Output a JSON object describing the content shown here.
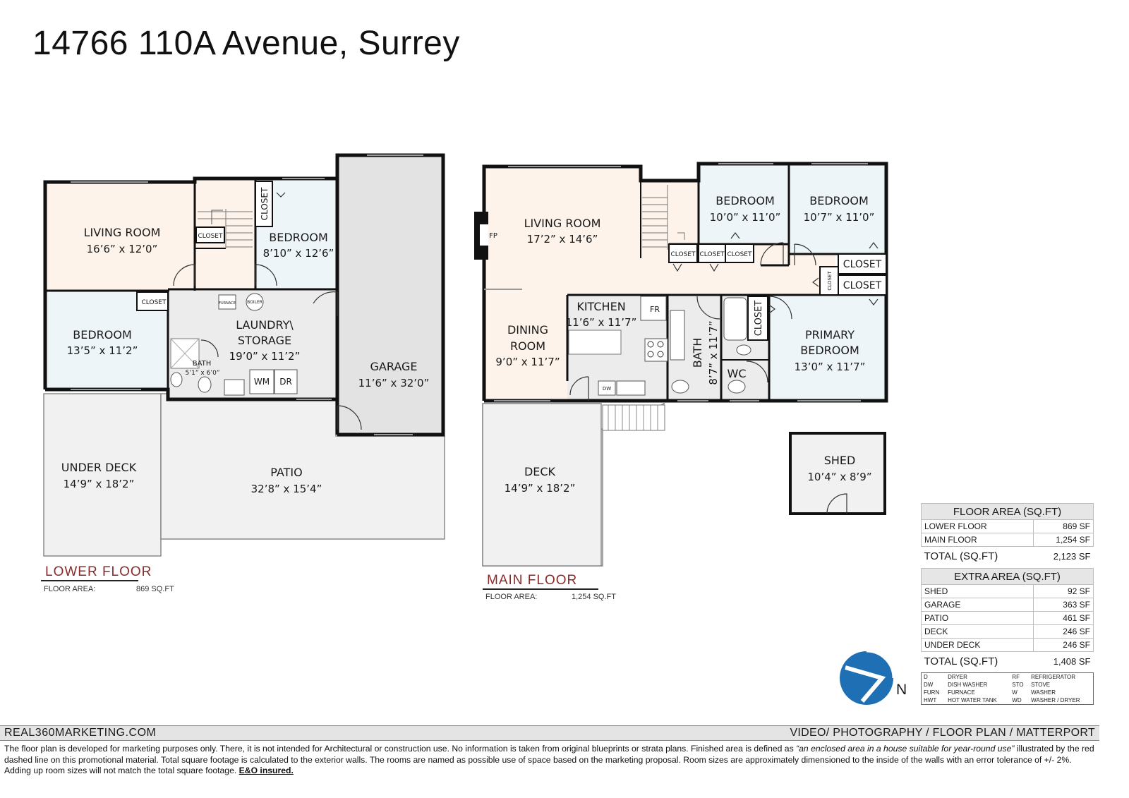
{
  "title": "14766 110A Avenue, Surrey",
  "lower_floor": {
    "label": "LOWER FLOOR",
    "area_label": "FLOOR AREA:",
    "area_value": "869 SQ.FT",
    "rooms": {
      "living_room": {
        "name": "LIVING ROOM",
        "dims": "16’6” x 12’0”"
      },
      "bedroom_a": {
        "name": "BEDROOM",
        "dims": "8’10” x 12’6”"
      },
      "bedroom_b": {
        "name": "BEDROOM",
        "dims": "13’5” x 11’2”"
      },
      "laundry": {
        "name1": "LAUNDRY\\",
        "name2": "STORAGE",
        "dims": "19’0” x 11’2”"
      },
      "bath": {
        "name": "BATH",
        "dims": "5’1” x 6’0”"
      },
      "garage": {
        "name": "GARAGE",
        "dims": "11’6” x 32’0”"
      },
      "under_deck": {
        "name": "UNDER DECK",
        "dims": "14’9” x 18’2”"
      },
      "patio": {
        "name": "PATIO",
        "dims": "32’8” x 15’4”"
      }
    },
    "closets": {
      "c1": "CLOSET",
      "c2": "CLOSET",
      "c3": "CLOSET"
    },
    "appliances": {
      "furnace": "FURNACE",
      "boiler": "BOILER",
      "wm": "WM",
      "dr": "DR"
    }
  },
  "main_floor": {
    "label": "MAIN FLOOR",
    "area_label": "FLOOR AREA:",
    "area_value": "1,254 SQ.FT",
    "rooms": {
      "living_room": {
        "name": "LIVING ROOM",
        "dims": "17’2” x 14’6”"
      },
      "bedroom_a": {
        "name": "BEDROOM",
        "dims": "10’0” x 11’0”"
      },
      "bedroom_b": {
        "name": "BEDROOM",
        "dims": "10’7” x 11’0”"
      },
      "dining": {
        "name1": "DINING",
        "name2": "ROOM",
        "dims": "9’0” x 11’7”"
      },
      "kitchen": {
        "name": "KITCHEN",
        "dims": "11’6” x 11’7”"
      },
      "bath": {
        "name": "BATH",
        "dims": "8’7” x 11’7”"
      },
      "wc": {
        "name": "WC"
      },
      "primary": {
        "name1": "PRIMARY",
        "name2": "BEDROOM",
        "dims": "13’0” x 11’7”"
      },
      "deck": {
        "name": "DECK",
        "dims": "14’9” x 18’2”"
      },
      "shed": {
        "name": "SHED",
        "dims": "10’4” x 8’9”"
      }
    },
    "closets": {
      "c1": "CLOSET",
      "c2": "CLOSET",
      "c3": "CLOSET",
      "c4": "CLOSET",
      "c5": "CLOSET",
      "c6": "CLOSET",
      "c7": "CLOSET"
    },
    "appliances": {
      "fp": "FP",
      "fr": "FR",
      "dw": "DW"
    }
  },
  "floor_area_table": {
    "header": "FLOOR AREA (SQ.FT)",
    "rows": [
      {
        "label": "LOWER FLOOR",
        "value": "869 SF"
      },
      {
        "label": "MAIN FLOOR",
        "value": "1,254 SF"
      }
    ],
    "total_label": "TOTAL (SQ.FT)",
    "total_value": "2,123 SF"
  },
  "extra_area_table": {
    "header": "EXTRA AREA (SQ.FT)",
    "rows": [
      {
        "label": "SHED",
        "value": "92 SF"
      },
      {
        "label": "GARAGE",
        "value": "363 SF"
      },
      {
        "label": "PATIO",
        "value": "461 SF"
      },
      {
        "label": "DECK",
        "value": "246 SF"
      },
      {
        "label": "UNDER DECK",
        "value": "246 SF"
      }
    ],
    "total_label": "TOTAL (SQ.FT)",
    "total_value": "1,408 SF"
  },
  "legend": [
    {
      "a": "D",
      "b": "DRYER",
      "c": "RF",
      "d": "REFRIGERATOR"
    },
    {
      "a": "DW",
      "b": "DISH WASHER",
      "c": "STO",
      "d": "STOVE"
    },
    {
      "a": "FURN",
      "b": "FURNACE",
      "c": "W",
      "d": "WASHER"
    },
    {
      "a": "HWT",
      "b": "HOT WATER TANK",
      "c": "WD",
      "d": "WASHER / DRYER"
    }
  ],
  "north": "N",
  "footer": {
    "left": "REAL360MARKETING.COM",
    "right": "VIDEO/ PHOTOGRAPHY / FLOOR PLAN / MATTERPORT",
    "disclaimer_1": "The floor plan is developed for marketing purposes only. There, it is not intended for Architectural or construction use. No information is  taken from original blueprints or strata plans. Finished area is defined as ",
    "disclaimer_quote": " “an enclosed area in a house suitable for year-round use”",
    "disclaimer_2": " illustrated by the red dashed line on this promotional material. Total square footage is calculated to the exterior walls. The rooms are named as possible use of space based on the marketing proposal. Room sizes are approximately dimensioned to the inside of the walls with an error tolerance of +/- 2%. Adding up room sizes will not match the total square footage. ",
    "disclaimer_bold": "E&O insured."
  },
  "colors": {
    "living": "#fdf3ea",
    "bedroom": "#eef5f8",
    "service": "#ececec",
    "outdoor": "#f1f1f1",
    "garage": "#e3e3e3",
    "wall": "#111111",
    "north_blue": "#1f6fb5",
    "floor_label": "#8a2a2a"
  }
}
